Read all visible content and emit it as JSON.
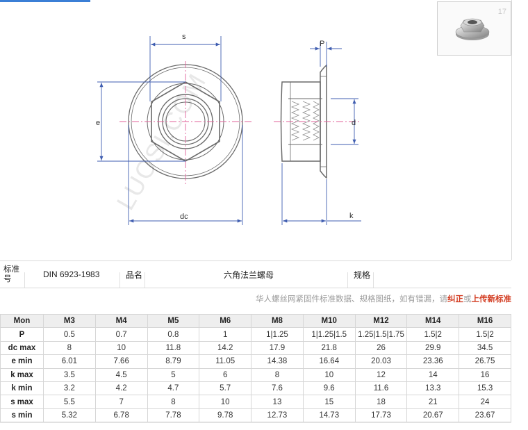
{
  "drawing": {
    "labels": {
      "s": "s",
      "e": "e",
      "dc": "dc",
      "p": "P",
      "d": "d",
      "k": "k"
    },
    "watermark": "LUOSI.COM",
    "colors": {
      "line": "#6a6a6a",
      "dimension": "#3f5db0",
      "centerline": "#e0609a"
    }
  },
  "thumbnail": {
    "mark": "17"
  },
  "spec": {
    "standard_label": "标准号",
    "standard_value": "DIN 6923-1983",
    "name_label": "品名",
    "name_value": "六角法兰螺母",
    "spec_label": "规格",
    "spec_value": ""
  },
  "notice": {
    "prefix": "华人螺丝网紧固件标准数据、规格图纸，如有错漏，请",
    "correct": "纠正",
    "or": "或",
    "upload": "上传新标准"
  },
  "table": {
    "header": [
      "Mon",
      "M3",
      "M4",
      "M5",
      "M6",
      "M8",
      "M10",
      "M12",
      "M14",
      "M16"
    ],
    "rows": [
      [
        "P",
        "0.5",
        "0.7",
        "0.8",
        "1",
        "1|1.25",
        "1|1.25|1.5",
        "1.25|1.5|1.75",
        "1.5|2",
        "1.5|2"
      ],
      [
        "dc max",
        "8",
        "10",
        "11.8",
        "14.2",
        "17.9",
        "21.8",
        "26",
        "29.9",
        "34.5"
      ],
      [
        "e min",
        "6.01",
        "7.66",
        "8.79",
        "11.05",
        "14.38",
        "16.64",
        "20.03",
        "23.36",
        "26.75"
      ],
      [
        "k max",
        "3.5",
        "4.5",
        "5",
        "6",
        "8",
        "10",
        "12",
        "14",
        "16"
      ],
      [
        "k min",
        "3.2",
        "4.2",
        "4.7",
        "5.7",
        "7.6",
        "9.6",
        "11.6",
        "13.3",
        "15.3"
      ],
      [
        "s max",
        "5.5",
        "7",
        "8",
        "10",
        "13",
        "15",
        "18",
        "21",
        "24"
      ],
      [
        "s min",
        "5.32",
        "6.78",
        "7.78",
        "9.78",
        "12.73",
        "14.73",
        "17.73",
        "20.67",
        "23.67"
      ]
    ]
  }
}
